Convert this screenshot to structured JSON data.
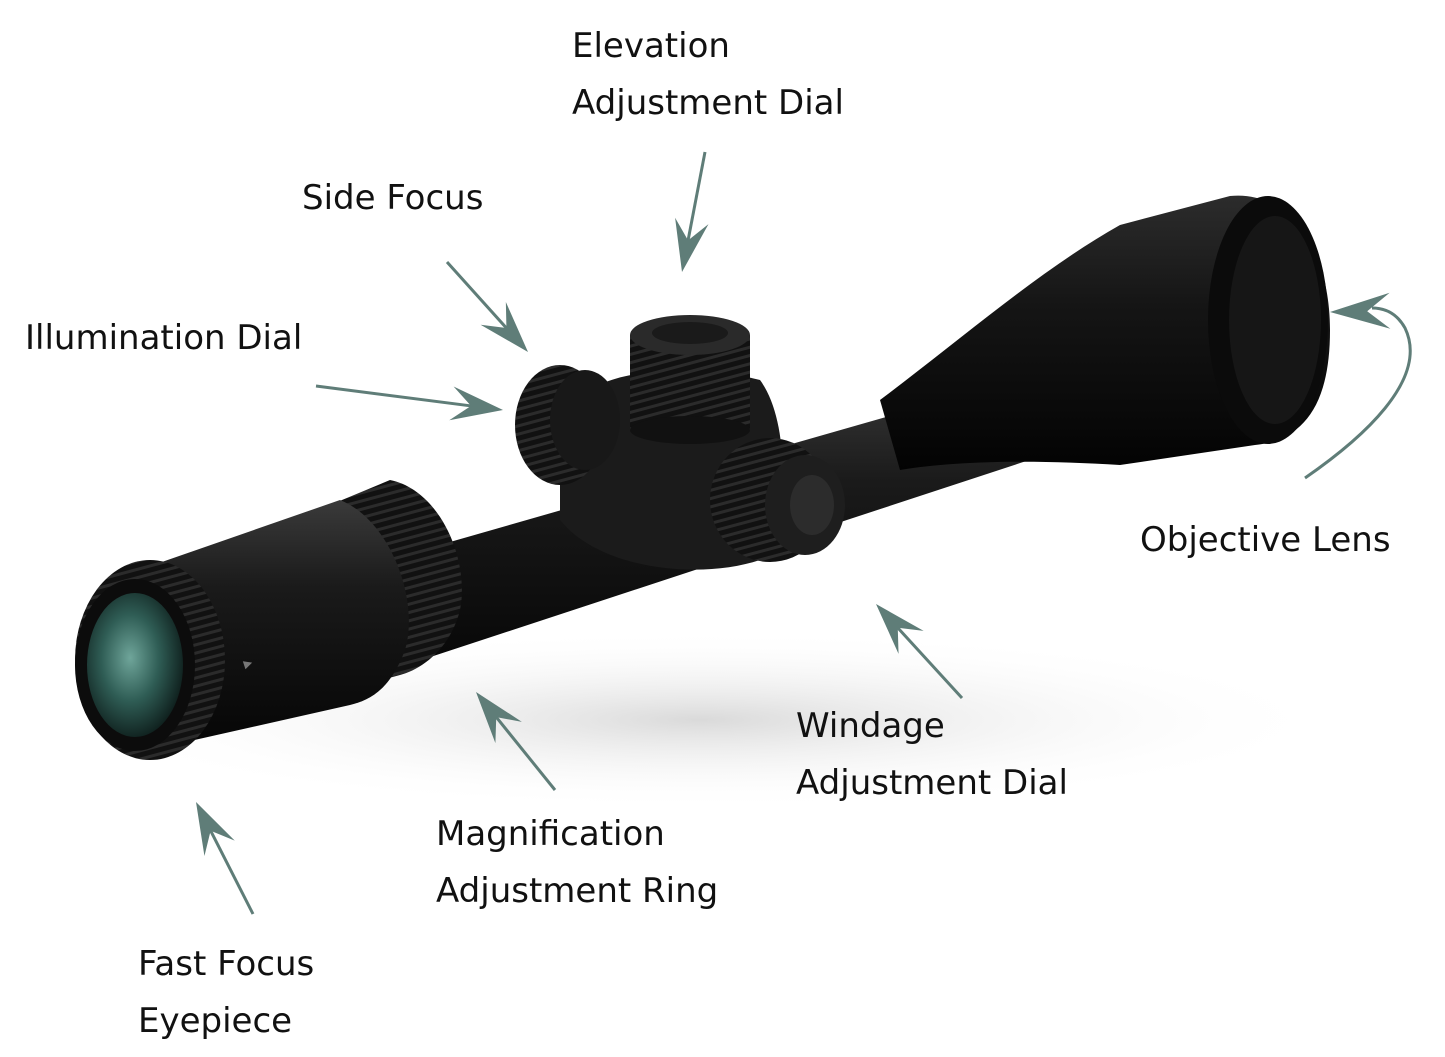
{
  "labels": {
    "elevation": {
      "line1": "Elevation",
      "line2": "Adjustment Dial"
    },
    "side_focus": {
      "line1": "Side Focus"
    },
    "illumination": {
      "line1": "Illumination Dial"
    },
    "objective": {
      "line1": "Objective Lens"
    },
    "windage": {
      "line1": "Windage",
      "line2": "Adjustment Dial"
    },
    "magnification": {
      "line1": "Magnification",
      "line2": "Adjustment Ring"
    },
    "fast_focus": {
      "line1": "Fast Focus",
      "line2": "Eyepiece"
    }
  },
  "colors": {
    "arrow": "#5f7d78",
    "scope_body": "#141414",
    "lens": "#3a6b62",
    "text": "#111111"
  }
}
